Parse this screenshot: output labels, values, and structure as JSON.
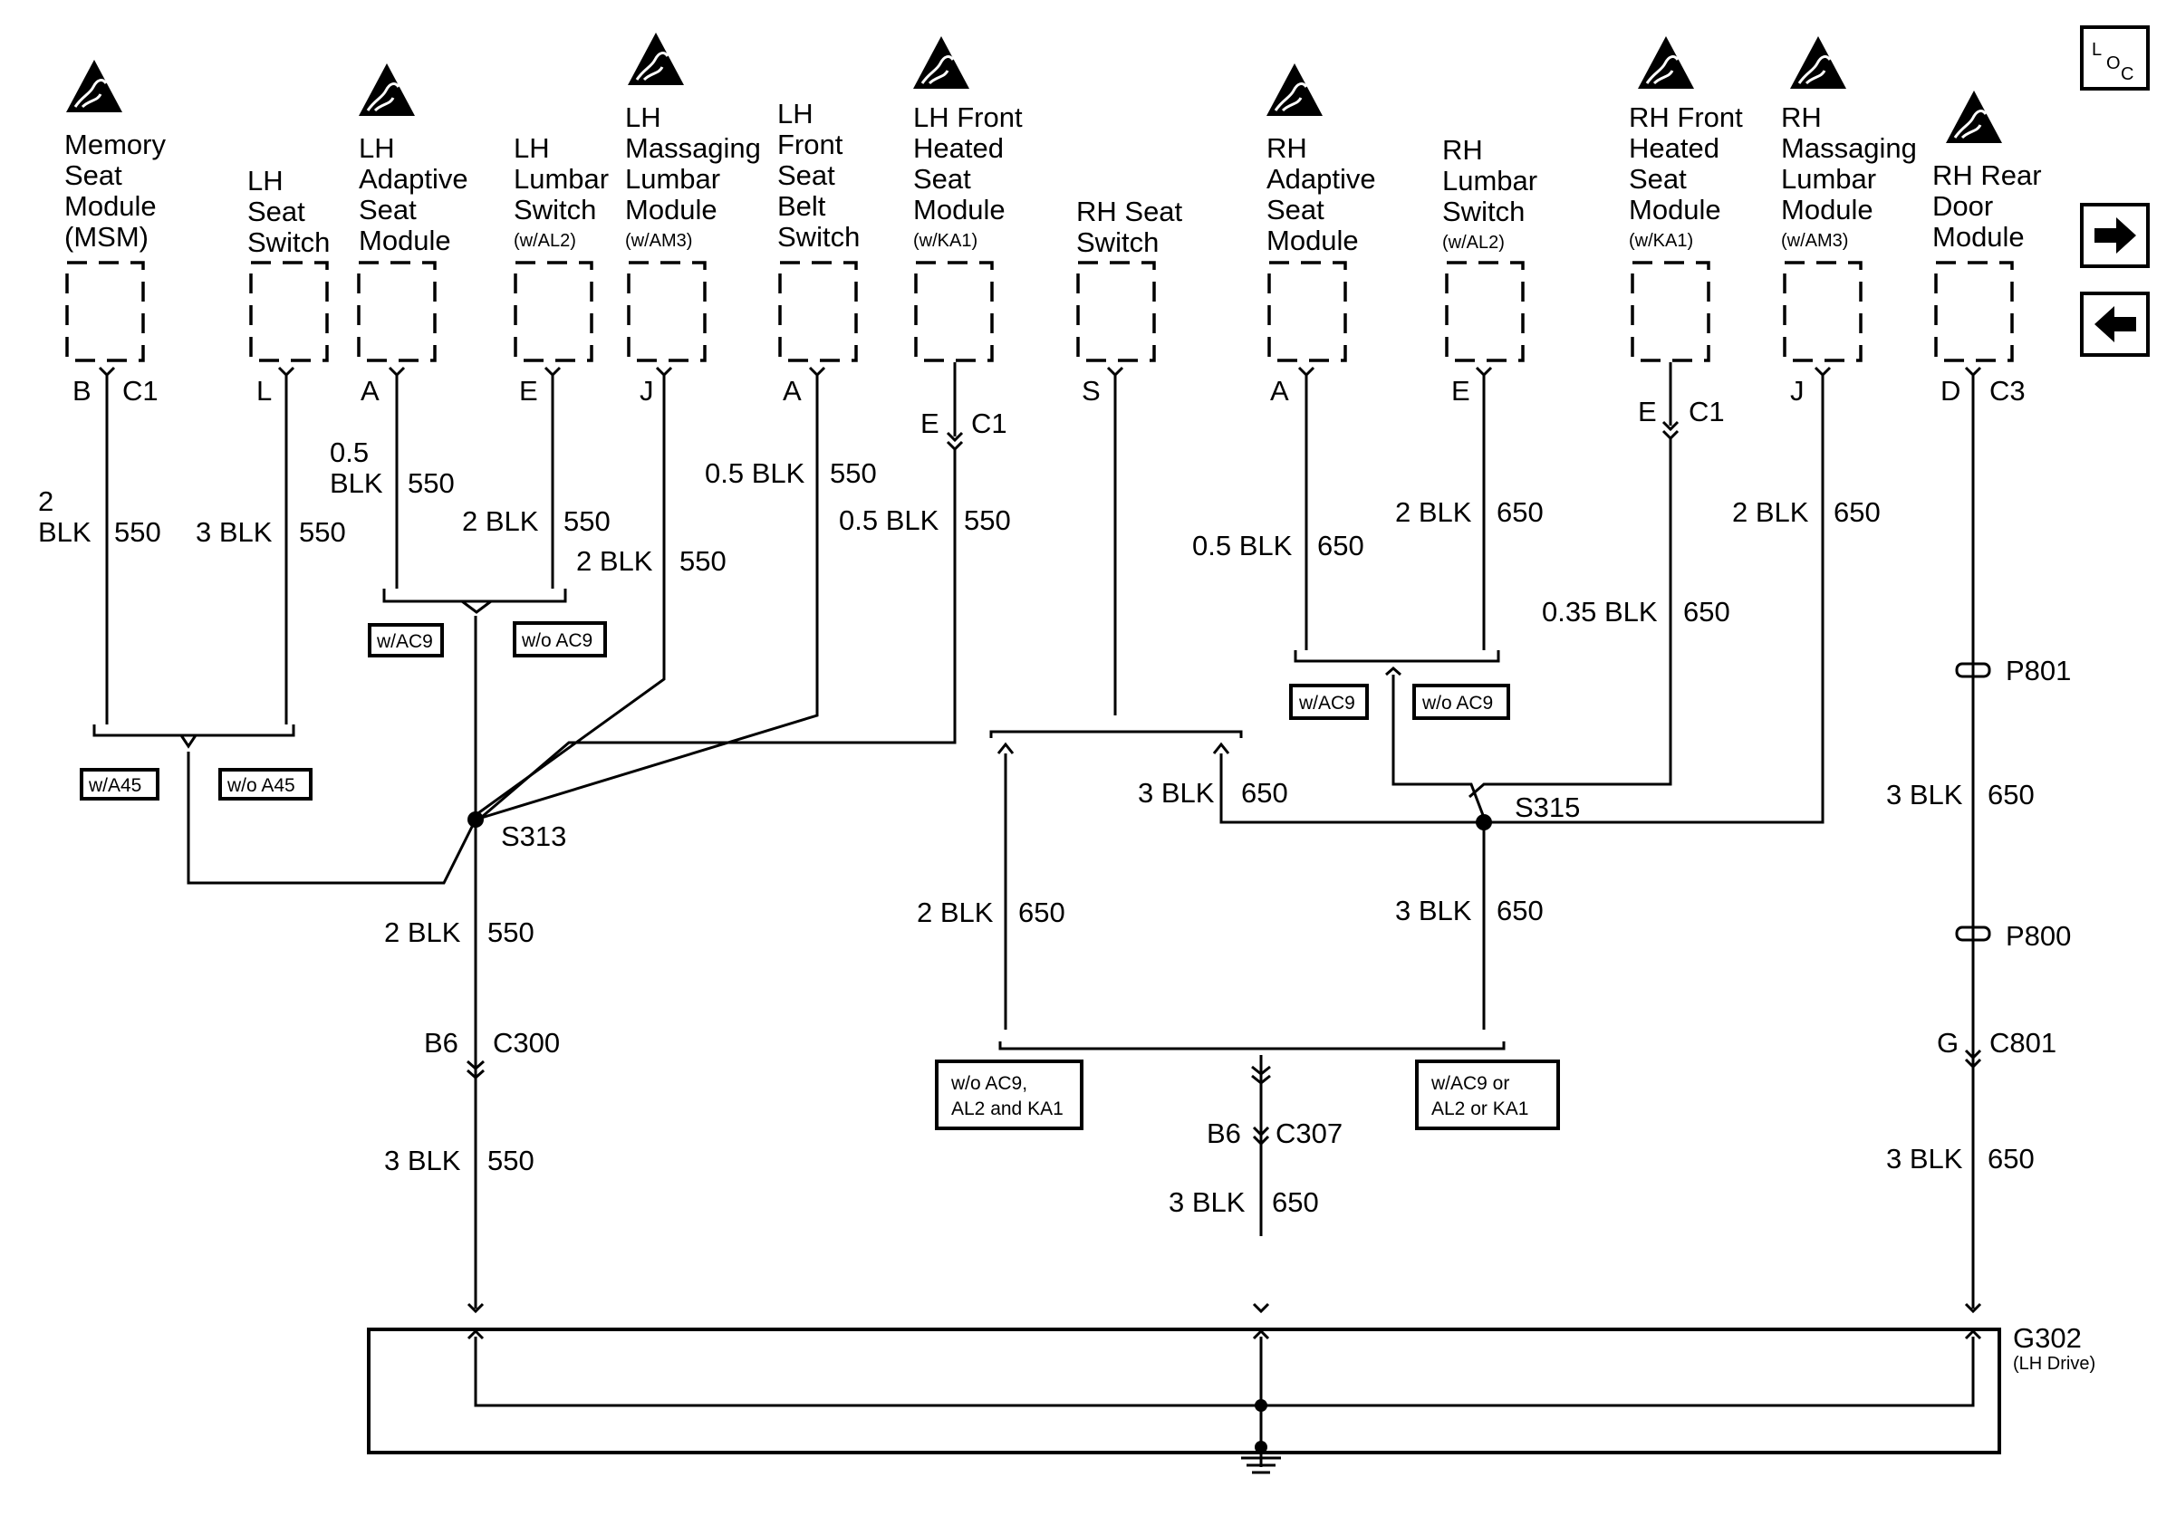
{
  "components": [
    {
      "id": "msm",
      "lines": [
        "Memory",
        "Seat",
        "Module",
        "(MSM)"
      ],
      "note": "",
      "pin": "B",
      "conn": "C1"
    },
    {
      "id": "lh-seat-switch",
      "lines": [
        "LH",
        "Seat",
        "Switch"
      ],
      "note": "",
      "pin": "L",
      "conn": ""
    },
    {
      "id": "lh-adaptive",
      "lines": [
        "LH",
        "Adaptive",
        "Seat",
        "Module"
      ],
      "note": "",
      "pin": "A",
      "conn": ""
    },
    {
      "id": "lh-lumbar",
      "lines": [
        "LH",
        "Lumbar",
        "Switch"
      ],
      "note": "(w/AL2)",
      "pin": "E",
      "conn": ""
    },
    {
      "id": "lh-massaging",
      "lines": [
        "LH",
        "Massaging",
        "Lumbar",
        "Module"
      ],
      "note": "(w/AM3)",
      "pin": "J",
      "conn": ""
    },
    {
      "id": "lh-belt",
      "lines": [
        "LH",
        "Front",
        "Seat",
        "Belt",
        "Switch"
      ],
      "note": "",
      "pin": "A",
      "conn": ""
    },
    {
      "id": "lh-heated",
      "lines": [
        "LH Front",
        "Heated",
        "Seat",
        "Module"
      ],
      "note": "(w/KA1)",
      "pin": "E",
      "conn": "C1"
    },
    {
      "id": "rh-seat-switch",
      "lines": [
        "RH Seat",
        "Switch"
      ],
      "note": "",
      "pin": "S",
      "conn": ""
    },
    {
      "id": "rh-adaptive",
      "lines": [
        "RH",
        "Adaptive",
        "Seat",
        "Module"
      ],
      "note": "",
      "pin": "A",
      "conn": ""
    },
    {
      "id": "rh-lumbar",
      "lines": [
        "RH",
        "Lumbar",
        "Switch"
      ],
      "note": "(w/AL2)",
      "pin": "E",
      "conn": ""
    },
    {
      "id": "rh-heated",
      "lines": [
        "RH Front",
        "Heated",
        "Seat",
        "Module"
      ],
      "note": "(w/KA1)",
      "pin": "E",
      "conn": "C1"
    },
    {
      "id": "rh-massaging",
      "lines": [
        "RH",
        "Massaging",
        "Lumbar",
        "Module"
      ],
      "note": "(w/AM3)",
      "pin": "J",
      "conn": ""
    },
    {
      "id": "rh-rear-door",
      "lines": [
        "RH Rear",
        "Door",
        "Module"
      ],
      "note": "",
      "pin": "D",
      "conn": "C3"
    }
  ],
  "wires": [
    {
      "id": "msm",
      "size": "2",
      "sizeAlt": "BLK",
      "color": "BLK",
      "circuit": "550"
    },
    {
      "id": "lh-seat-switch",
      "size": "3 BLK",
      "circuit": "550"
    },
    {
      "id": "lh-adaptive",
      "size": "0.5",
      "sizeAlt": "BLK",
      "circuit": "550"
    },
    {
      "id": "lh-lumbar",
      "size": "2 BLK",
      "circuit": "550"
    },
    {
      "id": "lh-massaging",
      "size": "2 BLK",
      "circuit": "550"
    },
    {
      "id": "lh-belt",
      "size": "0.5 BLK",
      "circuit": "550"
    },
    {
      "id": "lh-heated",
      "size": "0.5 BLK",
      "circuit": "550"
    },
    {
      "id": "rh-adaptive",
      "size": "0.5 BLK",
      "circuit": "650"
    },
    {
      "id": "rh-lumbar",
      "size": "2 BLK",
      "circuit": "650"
    },
    {
      "id": "rh-heated",
      "size": "0.35 BLK",
      "circuit": "650"
    },
    {
      "id": "rh-massaging",
      "size": "2 BLK",
      "circuit": "650"
    },
    {
      "id": "rh-rear-door-top",
      "size": "3 BLK",
      "circuit": "650"
    },
    {
      "id": "rh-seat-right",
      "size": "3 BLK",
      "circuit": "650"
    },
    {
      "id": "rh-seat-left",
      "size": "2 BLK",
      "circuit": "650"
    },
    {
      "id": "s315-down",
      "size": "3 BLK",
      "circuit": "650"
    },
    {
      "id": "s313-down",
      "size": "2 BLK",
      "circuit": "550"
    },
    {
      "id": "c300-down",
      "size": "3 BLK",
      "circuit": "550"
    },
    {
      "id": "c307-down",
      "size": "3 BLK",
      "circuit": "650"
    },
    {
      "id": "c801-down",
      "size": "3 BLK",
      "circuit": "650"
    }
  ],
  "options": {
    "w_ac9_left": "w/AC9",
    "wo_ac9_left": "w/o AC9",
    "w_a45": "w/A45",
    "wo_a45": "w/o A45",
    "w_ac9_right": "w/AC9",
    "wo_ac9_right": "w/o AC9",
    "wo_ac9_al2_ka1": [
      "w/o  AC9,",
      "AL2 and KA1"
    ],
    "w_ac9_or": [
      "w/AC9 or",
      "AL2 or KA1"
    ]
  },
  "splices": {
    "s313": "S313",
    "s315": "S315"
  },
  "connectors": {
    "c300": {
      "pin": "B6",
      "name": "C300"
    },
    "c307": {
      "pin": "B6",
      "name": "C307"
    },
    "c801": {
      "pin": "G",
      "name": "C801"
    },
    "p801": "P801",
    "p800": "P800"
  },
  "ground": {
    "name": "G302",
    "note": "(LH Drive)"
  },
  "nav": {
    "loc_l": "L",
    "loc_o": "O",
    "loc_c": "C",
    "next_icon": "right-arrow-icon",
    "prev_icon": "left-arrow-icon"
  }
}
